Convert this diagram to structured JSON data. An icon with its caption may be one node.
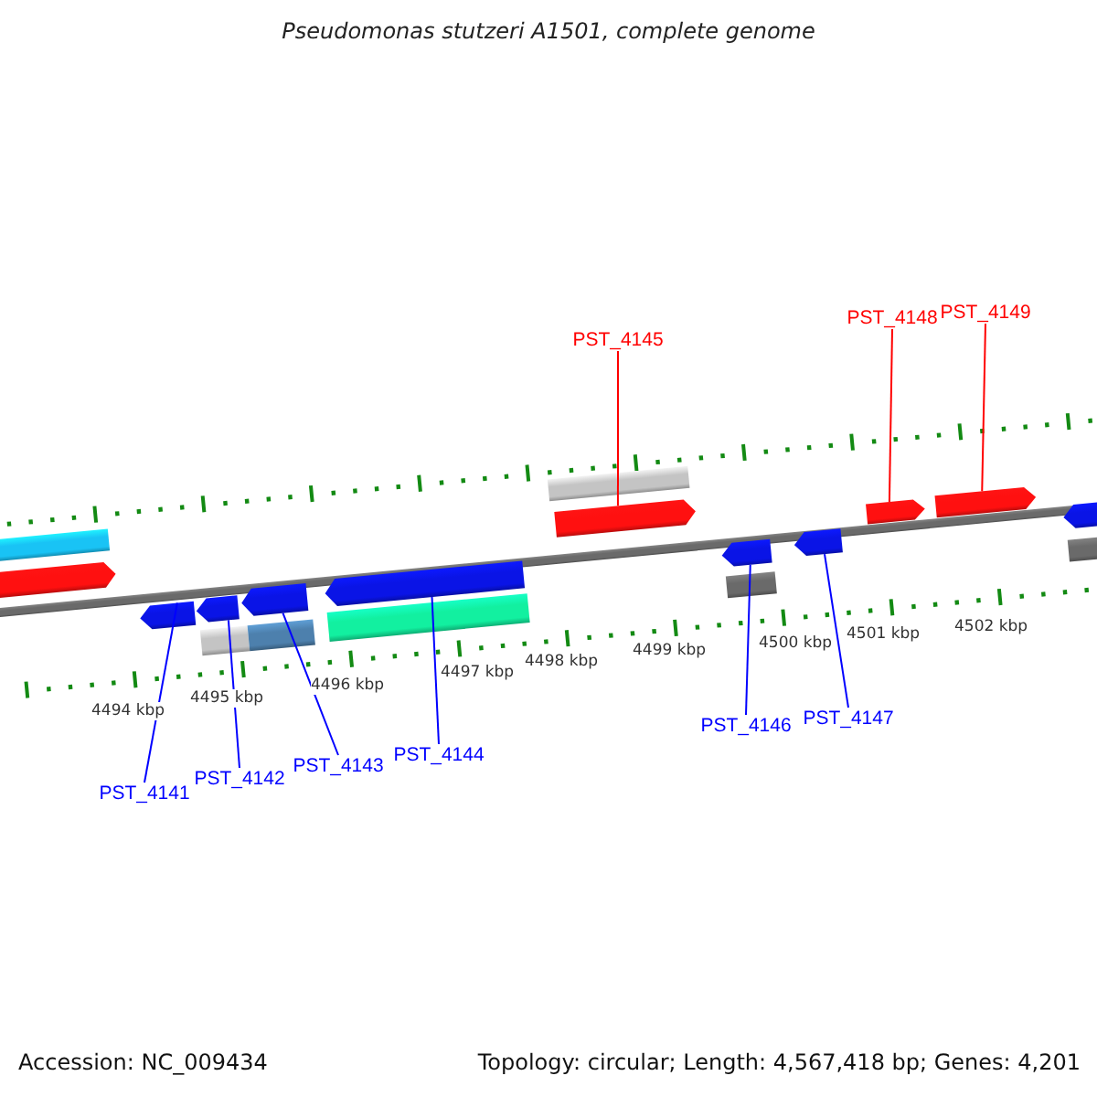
{
  "diagram": {
    "title": "Pseudomonas stutzeri A1501, complete genome",
    "nodes": [
      {
        "text": [
          "PST_4141"
        ]
      },
      {
        "text": [
          "PST_4142"
        ]
      },
      {
        "text": [
          "PST_4143"
        ]
      },
      {
        "text": [
          "PST_4144"
        ]
      },
      {
        "text": [
          "PST_4145"
        ]
      },
      {
        "text": [
          "PST_4146"
        ]
      },
      {
        "text": [
          "PST_4147"
        ]
      },
      {
        "text": [
          "PST_4148"
        ]
      },
      {
        "text": [
          "PST_4149"
        ]
      },
      {
        "text": [],
        "shape": "bar"
      },
      {
        "text": [],
        "shape": "pentagon"
      },
      {
        "text": [],
        "shape": "pentagon"
      },
      {
        "text": [],
        "shape": "pentagon"
      },
      {
        "text": [],
        "shape": "bar"
      },
      {
        "text": [],
        "shape": "pentagon"
      },
      {
        "text": [],
        "shape": "bar"
      },
      {
        "text": [],
        "shape": "pentagon"
      },
      {
        "text": [],
        "shape": "bar"
      },
      {
        "text": [],
        "shape": "bar"
      },
      {
        "text": [],
        "shape": "pentagon"
      },
      {
        "text": [],
        "shape": "pentagon"
      },
      {
        "text": [],
        "shape": "bar"
      },
      {
        "text": [],
        "shape": "pentagon"
      },
      {
        "text": [],
        "shape": "pentagon"
      },
      {
        "text": [],
        "shape": "pentagon"
      },
      {
        "text": [],
        "shape": "pentagon"
      },
      {
        "text": [],
        "shape": "bar"
      }
    ],
    "edges": [
      {
        "from": 0,
        "to": 11,
        "arrow": "none"
      },
      {
        "from": 1,
        "to": 12,
        "arrow": "none"
      },
      {
        "from": 2,
        "to": 14,
        "arrow": "none"
      },
      {
        "from": 3,
        "to": 16,
        "arrow": "none"
      },
      {
        "from": 4,
        "to": 19,
        "arrow": "none",
        "color": "#ff0000"
      },
      {
        "from": 5,
        "to": 20,
        "arrow": "none"
      },
      {
        "from": 6,
        "to": 22,
        "arrow": "none"
      },
      {
        "from": 7,
        "to": 23,
        "arrow": "none",
        "color": "#ff0000"
      },
      {
        "from": 8,
        "to": 24,
        "arrow": "none",
        "color": "#ff0000"
      }
    ],
    "labels": [
      "4494 kbp",
      "4495 kbp",
      "4496 kbp",
      "4497 kbp",
      "4498 kbp",
      "4499 kbp",
      "4500 kbp",
      "4501 kbp",
      "4502 kbp",
      "Accession: NC_009434",
      "Topology: circular; Length: 4,567,418 bp; Genes: 4,201"
    ]
  }
}
